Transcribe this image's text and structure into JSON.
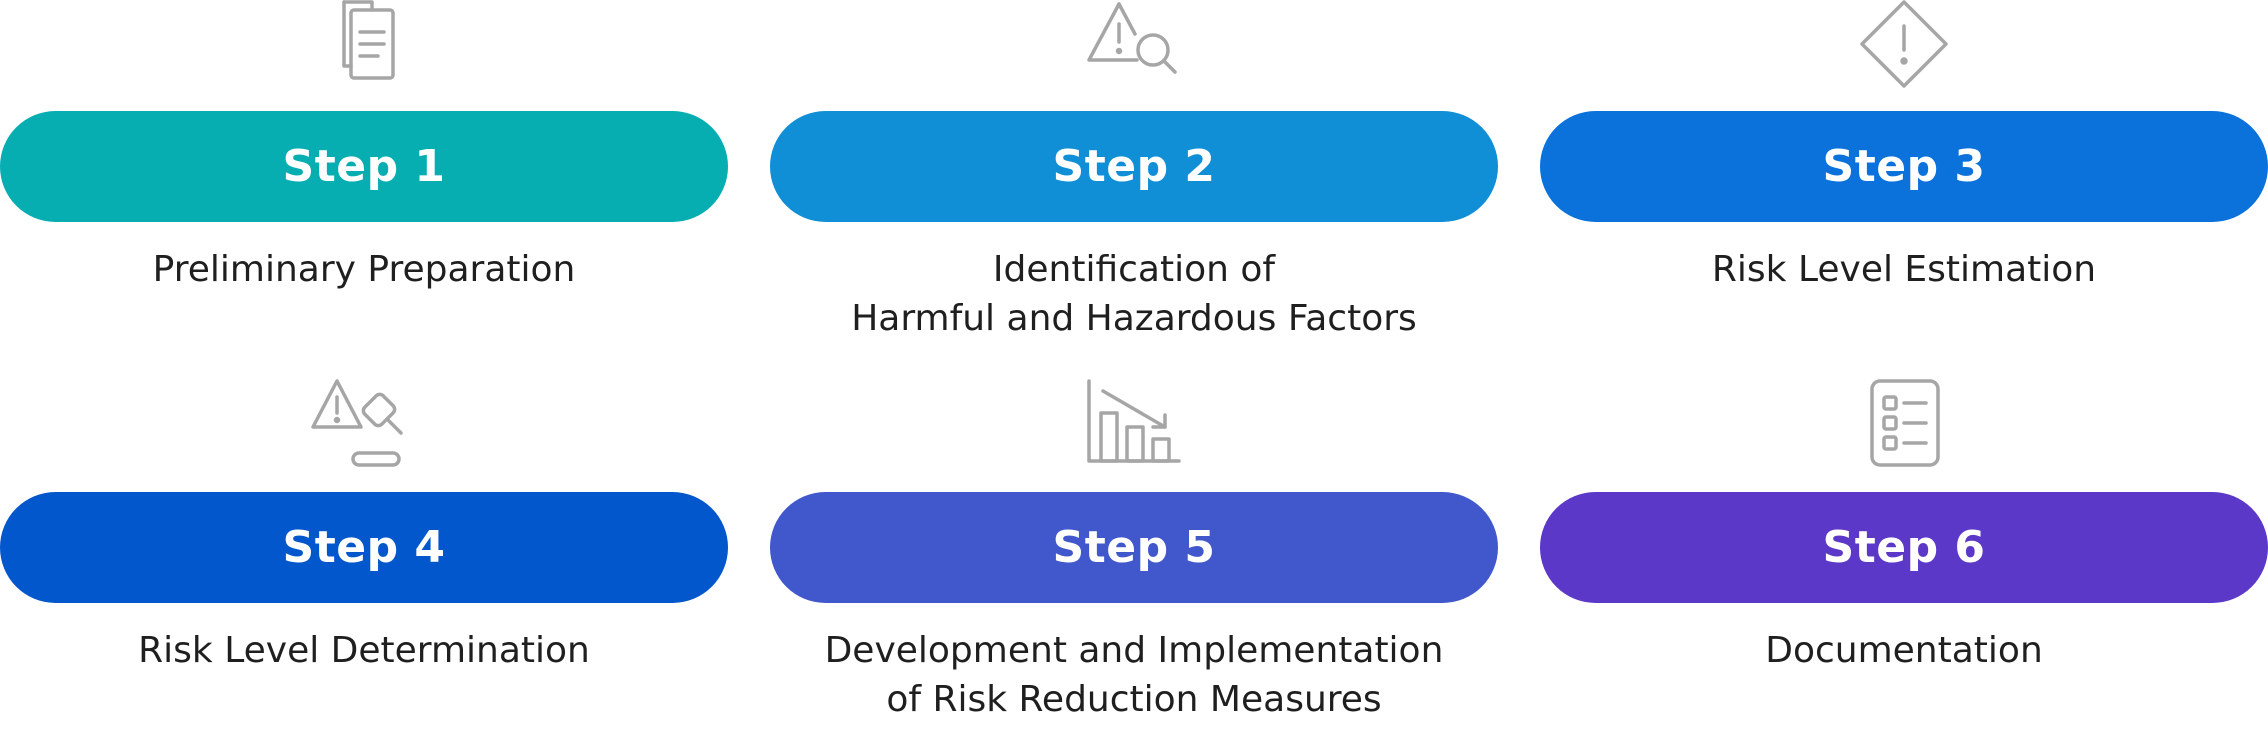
{
  "steps": [
    {
      "label": "Step 1",
      "lines": [
        "Preliminary Preparation"
      ],
      "icon": "documents-icon",
      "color": "#06AEB2"
    },
    {
      "label": "Step 2",
      "lines": [
        "Identification of",
        "Harmful and Hazardous Factors"
      ],
      "icon": "warning-search-icon",
      "color": "#118FD6"
    },
    {
      "label": "Step 3",
      "lines": [
        "Risk Level Estimation"
      ],
      "icon": "diamond-warning-icon",
      "color": "#0B72DB"
    },
    {
      "label": "Step 4",
      "lines": [
        "Risk Level Determination"
      ],
      "icon": "warning-gavel-icon",
      "color": "#0357CC"
    },
    {
      "label": "Step 5",
      "lines": [
        "Development and Implementation",
        "of Risk Reduction Measures"
      ],
      "icon": "declining-chart-icon",
      "color": "#4158CC"
    },
    {
      "label": "Step 6",
      "lines": [
        "Documentation"
      ],
      "icon": "checklist-icon",
      "color": "#5C38C8"
    }
  ],
  "icon_color": "#A6A6A6"
}
